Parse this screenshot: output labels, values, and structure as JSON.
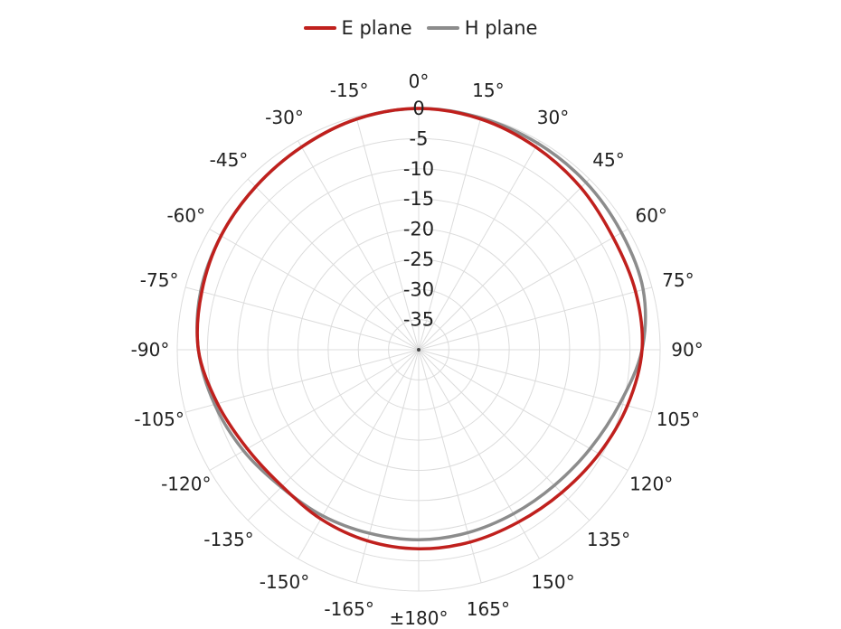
{
  "chart_data": {
    "type": "polar-line",
    "title": "",
    "legend": {
      "placement": "top-center"
    },
    "grid": true,
    "radial_axis": {
      "range": [
        -40,
        0
      ],
      "ticks": [
        0,
        -5,
        -10,
        -15,
        -20,
        -25,
        -30,
        -35
      ],
      "tick_labels": [
        "0",
        "-5",
        "-10",
        "-15",
        "-20",
        "-25",
        "-30",
        "-35"
      ]
    },
    "angular_axis": {
      "zero_direction": "top",
      "direction": "clockwise",
      "step_deg": 15,
      "ticks": [
        0,
        15,
        30,
        45,
        60,
        75,
        90,
        105,
        120,
        135,
        150,
        165,
        180,
        -165,
        -150,
        -135,
        -120,
        -105,
        -90,
        -75,
        -60,
        -45,
        -30,
        -15
      ],
      "tick_labels": [
        "0°",
        "15°",
        "30°",
        "45°",
        "60°",
        "75°",
        "90°",
        "105°",
        "120°",
        "135°",
        "150°",
        "165°",
        "±180°",
        "-165°",
        "-150°",
        "-135°",
        "-120°",
        "-105°",
        "-90°",
        "-75°",
        "-60°",
        "-45°",
        "-30°",
        "-15°"
      ]
    },
    "series": [
      {
        "name": "E plane",
        "color": "#c0201d",
        "angles": [
          0,
          15,
          30,
          45,
          60,
          75,
          90,
          105,
          120,
          135,
          150,
          165,
          180,
          -165,
          -150,
          -135,
          -120,
          -105,
          -90,
          -75,
          -60,
          -45,
          -30,
          -15
        ],
        "values": [
          0.0,
          -0.4,
          -1.2,
          -2.0,
          -2.8,
          -2.8,
          -3.0,
          -4.2,
          -5.5,
          -6.5,
          -7.0,
          -7.0,
          -7.0,
          -7.2,
          -7.6,
          -8.0,
          -7.2,
          -5.5,
          -3.5,
          -2.8,
          -2.2,
          -1.8,
          -1.2,
          -0.4
        ]
      },
      {
        "name": "H plane",
        "color": "#8c8c8c",
        "angles": [
          0,
          15,
          30,
          45,
          60,
          75,
          90,
          105,
          120,
          135,
          150,
          165,
          180,
          -165,
          -150,
          -135,
          -120,
          -105,
          -90,
          -75,
          -60,
          -45,
          -30,
          -15
        ],
        "values": [
          0.0,
          -0.2,
          -0.5,
          -0.8,
          -1.2,
          -1.5,
          -3.0,
          -5.5,
          -7.2,
          -8.2,
          -8.6,
          -8.6,
          -8.5,
          -8.5,
          -8.2,
          -7.8,
          -6.5,
          -5.0,
          -3.5,
          -2.6,
          -2.2,
          -1.8,
          -1.2,
          -0.4
        ]
      }
    ]
  }
}
